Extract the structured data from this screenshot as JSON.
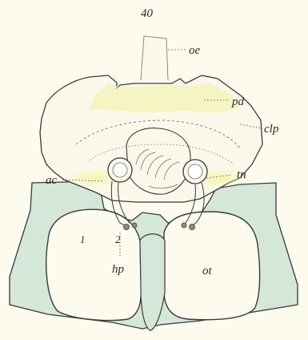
{
  "figure": {
    "number": "40",
    "labels": {
      "oe": "oe",
      "pd": "pd",
      "clp": "clp",
      "ac": "ac",
      "tn": "tn",
      "one": "1",
      "two": "2",
      "hp": "hp",
      "ot": "ot"
    }
  },
  "colors": {
    "background": "#fdfbed",
    "otic_fill": "#d5e7d8",
    "yellow_tint": "#f4f2a6",
    "ink": "#3a3a3a"
  }
}
